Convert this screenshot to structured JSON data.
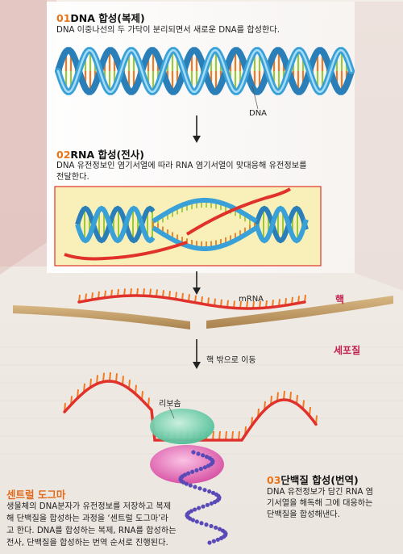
{
  "step1": {
    "number": "01",
    "title": "DNA 합성(복제)",
    "description": "DNA 이중나선의 두 가닥이 분리되면서 새로운 DNA를 합성한다.",
    "label": "DNA"
  },
  "step2": {
    "number": "02",
    "title": "RNA 합성(전사)",
    "description_lines": [
      "DNA 유전정보인 염기서열에 따라 RNA 염기서열이 맞대응해 유전정보를",
      "전달한다."
    ]
  },
  "mrna_label": "mRNA",
  "nucleus_label": "핵",
  "cytoplasm_label": "세포질",
  "export_label": "핵 밖으로 이동",
  "ribosome_label": "리보솜",
  "step3": {
    "number": "03",
    "title": "단백질 합성(번역)",
    "description_lines": [
      "DNA 유전정보가 담긴 RNA 염",
      "기서열을 해독해 그에 대응하는",
      "단백질을 합성해낸다."
    ]
  },
  "summary": {
    "title": "센트럴 도그마",
    "lines": [
      "생물체의 DNA분자가 유전정보를 저장하고 복제",
      "해 단백질을 합성하는 과정을 ‘센트럴 도그마’라",
      "고 한다. DNA를 합성하는 복제, RNA를 합성하는",
      "전사, 단백질을 합성하는 번역 순서로 진행된다."
    ]
  },
  "colors": {
    "dna_blue": "#3aa0d8",
    "rna_orange": "#ef7a22",
    "rna_red": "#e0322a",
    "base_green": "#9cc83c",
    "membrane": "#c7a06a",
    "ribosome_green": "#6ad0a8",
    "ribosome_pink": "#e76fb4",
    "protein_purple": "#5a4ab8",
    "highlight_box": "#f8f0b8",
    "accent_text": "#c2204f",
    "step_number": "#e8751a"
  }
}
